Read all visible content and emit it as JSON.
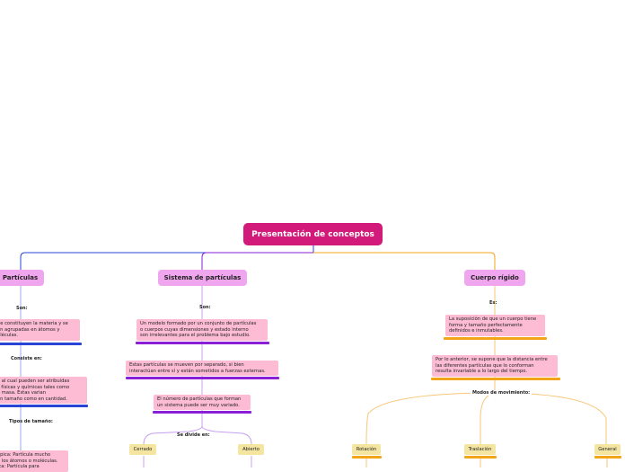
{
  "root": {
    "title": "Presentación de conceptos"
  },
  "particulas": {
    "title": "Partículas",
    "son_label": "Son:",
    "son_text": "...ue constituyen la materia y se\n...an agrupadas en átomos y\nmoléculas.",
    "consiste_label": "Consiste en:",
    "consiste_text": "...o al cual pueden ser atribuidas\n...s físicas y químicas tales como\n...a masa. Estas varian\n...en tamaño como en cantidad.",
    "tipos_label": "Tipos de tamaño:",
    "tipos_text": "...ópica: Partícula mucho\n...e los átomos o moléculas.\n...ica: Partícula para"
  },
  "sistema": {
    "title": "Sistema de partículas",
    "son_label": "Son:",
    "texto1": "Un modelo formado por un conjunto de partículas\no cuerpos cuyas dimensiones y estado interno\nson irrelevantes para el problema bajo estudio.",
    "texto2": "Estas partículas se mueven por separado, si bien\ninteractúan entre sí y están sometidos a fuerzas externas.",
    "texto3": "El número de partículas que forman\nun sistema puede ser muy variado.",
    "divide_label": "Se divide en:",
    "cerrado": "Cerrado",
    "abierto": "Abierto"
  },
  "cuerpo": {
    "title": "Cuerpo rígido",
    "es_label": "Es:",
    "texto1": "La suposición de que un cuerpo tiene\nforma y tamaño perfectamente\ndefinidos e inmutables.",
    "texto2": "Por lo anterior, se supone que la distancia entre\nlas diferentes partículas que lo conforman\nresulta invariable a lo largo del tiempo.",
    "modos_label": "Modos de movimiento:",
    "rotacion": "Rotación",
    "traslacion": "Traslación",
    "general": "General"
  },
  "colors": {
    "root": "#d21a7a",
    "main_node": "#f0a6ee",
    "text_box": "#fdbcd4",
    "leaf": "#f4e6a1",
    "blue": "#2a44d6",
    "purple": "#8a1fd6",
    "orange": "#f3a51a"
  }
}
